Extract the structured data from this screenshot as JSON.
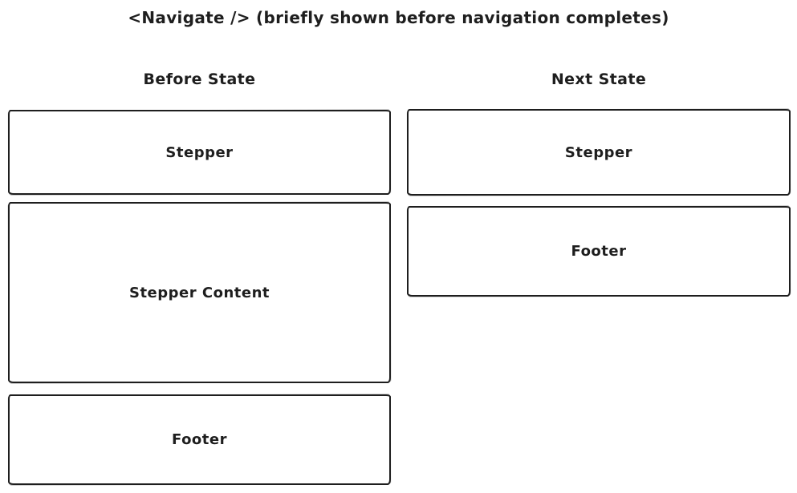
{
  "title": "<Navigate /> (briefly shown before navigation completes)",
  "colors": {
    "stroke": "#1e1e1e",
    "background": "#ffffff"
  },
  "panels": [
    {
      "heading": "Before State",
      "boxes": [
        {
          "label": "Stepper"
        },
        {
          "label": "Stepper Content"
        },
        {
          "label": "Footer"
        }
      ]
    },
    {
      "heading": "Next State",
      "boxes": [
        {
          "label": "Stepper"
        },
        {
          "label": "Footer"
        }
      ]
    }
  ]
}
